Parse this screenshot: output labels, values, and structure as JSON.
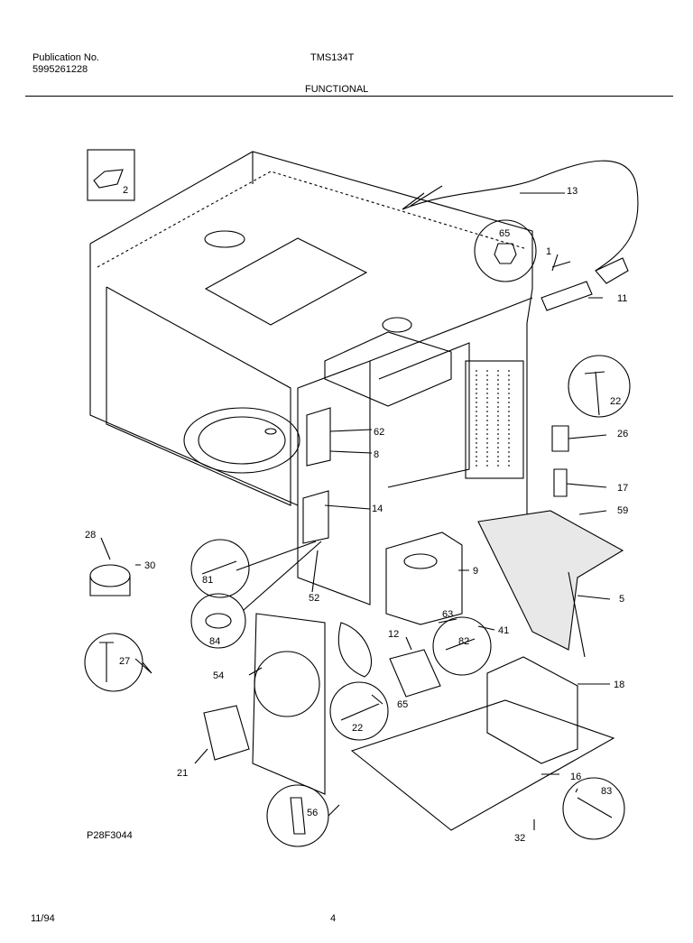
{
  "header": {
    "publication_label": "Publication No.",
    "publication_number": "5995261228",
    "model": "TMS134T",
    "section": "FUNCTIONAL"
  },
  "figure": {
    "code": "P28F3044",
    "callouts": {
      "c2": "2",
      "c13": "13",
      "c65a": "65",
      "c1": "1",
      "c11": "11",
      "c22a": "22",
      "c26": "26",
      "c17": "17",
      "c59": "59",
      "c62": "62",
      "c8": "8",
      "c14": "14",
      "c9": "9",
      "c5": "5",
      "c28": "28",
      "c30": "30",
      "c81": "81",
      "c52": "52",
      "c84": "84",
      "c63": "63",
      "c41": "41",
      "c12": "12",
      "c82": "82",
      "c27": "27",
      "c54": "54",
      "c65b": "65",
      "c22b": "22",
      "c18": "18",
      "c21": "21",
      "c56": "56",
      "c16": "16",
      "c83": "83",
      "c32": "32"
    }
  },
  "footer": {
    "date": "11/94",
    "page": "4"
  }
}
